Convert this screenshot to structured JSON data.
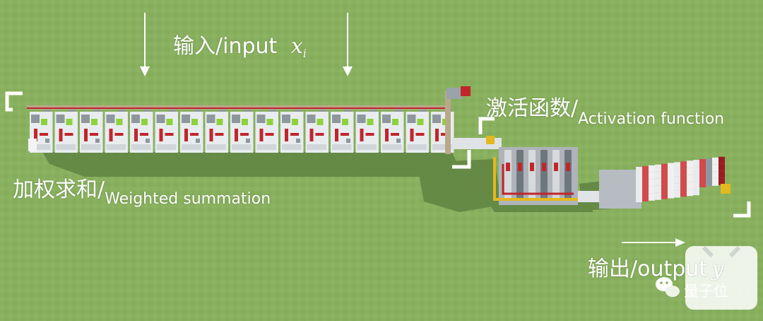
{
  "colors": {
    "grass": "#88b05e",
    "grass_dark": "#7aa150",
    "shadow": "#577a3a",
    "block_white": "#e8ecef",
    "block_gray": "#8f979e",
    "redstone": "#c0262b",
    "lime": "#8ed23b",
    "gold": "#e3b820",
    "label_white": "#ffffff"
  },
  "labels": {
    "input": {
      "text": "输入/input",
      "var": "x",
      "subscript": "i"
    },
    "activation": {
      "cn": "激活函数/",
      "en": "Activation function"
    },
    "weighted": {
      "cn": "加权求和/",
      "en": "Weighted summation"
    },
    "output": {
      "text": "输出/output",
      "var": "y"
    }
  },
  "watermark": {
    "text": "量子位",
    "icon": "wechat-icon",
    "logo": "tv-logo-icon"
  }
}
